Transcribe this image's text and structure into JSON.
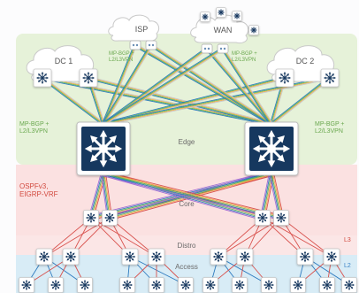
{
  "clouds": {
    "isp": "ISP",
    "wan": "WAN",
    "dc1": "DC 1",
    "dc2": "DC 2"
  },
  "annotations": {
    "isp_left": [
      "MP-BGP +",
      "L2/L3VPN"
    ],
    "isp_right": [
      "MP-BGP +",
      "L2/L3VPN"
    ],
    "dc_left": [
      "MP-BGP +",
      "L2/L3VPN"
    ],
    "dc_right": [
      "MP-BGP +",
      "L2/L3VPN"
    ],
    "core_left": [
      "OSPFv3,",
      "EIGRP-VRF"
    ]
  },
  "layers": {
    "edge": "Edge",
    "core": "Core",
    "distro": "Distro",
    "access": "Access",
    "l3": "L3",
    "l2": "L2"
  },
  "colors": {
    "edge_zone": "#e6f2d9",
    "core_zone": "#fbe1e1",
    "distro_zone": "#fbe6e6",
    "access_zone": "#d8ecf6",
    "node_fill": "#17375e",
    "red_text": "#d24b40",
    "green_text": "#6aa84f"
  }
}
